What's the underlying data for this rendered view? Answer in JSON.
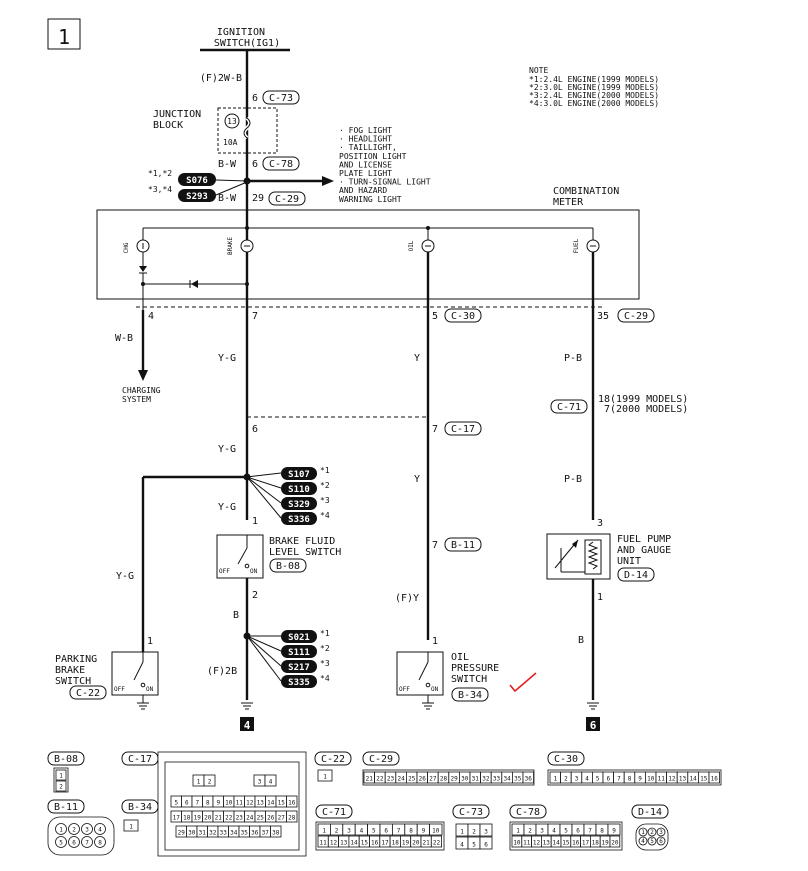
{
  "diagram": {
    "page_number": "1",
    "ignition": {
      "line1": "IGNITION",
      "line2": "SWITCH(IG1)"
    },
    "top_wire": "(F)2W-B",
    "pin_6": "6",
    "c73": "C-73",
    "junction_block": {
      "line1": "JUNCTION",
      "line2": "BLOCK",
      "fuse_no": "13",
      "fuse_amp": "10A"
    },
    "bw": "B-W",
    "c78": "C-78",
    "pin_29": "29",
    "c29": "C-29",
    "star12": "*1,*2",
    "star34": "*3,*4",
    "s076": "S076",
    "s293": "S293",
    "loads": [
      "· FOG LIGHT",
      "· HEADLIGHT",
      "· TAILLIGHT,",
      "  POSITION LIGHT",
      "  AND LICENSE",
      "  PLATE LIGHT",
      "· TURN-SIGNAL LIGHT",
      "  AND HAZARD",
      "  WARNING LIGHT"
    ],
    "note": {
      "title": "NOTE",
      "lines": [
        "*1:2.4L ENGINE(1999 MODELS)",
        "*2:3.0L ENGINE(1999 MODELS)",
        "*3:2.4L ENGINE(2000 MODELS)",
        "*4:3.0L ENGINE(2000 MODELS)"
      ]
    },
    "combination_meter": {
      "line1": "COMBINATION",
      "line2": "METER"
    },
    "gauges": {
      "chg": "CHG",
      "brake": "BRAKE",
      "oil": "OIL",
      "fuel": "FUEL"
    },
    "pins": {
      "p4": "4",
      "p7": "7",
      "p5": "5",
      "p35": "35",
      "p6": "6",
      "p7b": "7",
      "p7c": "7",
      "p1": "1",
      "p2": "2",
      "p1b": "1",
      "p3": "3",
      "p1c": "1",
      "p1d": "1"
    },
    "c30": "C-30",
    "c17": "C-17",
    "b11": "B-11",
    "c71": "C-71",
    "c71_line1": "18(1999 MODELS)",
    "c71_line2": "7(2000 MODELS)",
    "wires": {
      "wb": "W-B",
      "yg1": "Y-G",
      "yg2": "Y-G",
      "yg3": "Y-G",
      "yg4": "Y-G",
      "y1": "Y",
      "y2": "Y",
      "fy": "(F)Y",
      "pb1": "P-B",
      "pb2": "P-B",
      "b": "B",
      "f2b": "(F)2B",
      "b2": "B"
    },
    "charging": {
      "line1": "CHARGING",
      "line2": "SYSTEM"
    },
    "splices_a": [
      {
        "name": "S107",
        "star": "*1"
      },
      {
        "name": "S110",
        "star": "*2"
      },
      {
        "name": "S329",
        "star": "*3"
      },
      {
        "name": "S336",
        "star": "*4"
      }
    ],
    "splices_b": [
      {
        "name": "S021",
        "star": "*1"
      },
      {
        "name": "S111",
        "star": "*2"
      },
      {
        "name": "S217",
        "star": "*3"
      },
      {
        "name": "S335",
        "star": "*4"
      }
    ],
    "brake_fluid": {
      "line1": "BRAKE FLUID",
      "line2": "LEVEL SWITCH",
      "conn": "B-08"
    },
    "fuel_pump": {
      "line1": "FUEL PUMP",
      "line2": "AND GAUGE",
      "line3": "UNIT",
      "conn": "D-14"
    },
    "parking_brake": {
      "line1": "PARKING",
      "line2": "BRAKE",
      "line3": "SWITCH",
      "conn": "C-22"
    },
    "oil_pressure": {
      "line1": "OIL",
      "line2": "PRESSURE",
      "line3": "SWITCH",
      "conn": "B-34"
    },
    "off_on": {
      "off": "OFF",
      "on": "ON"
    },
    "ground_marks": {
      "g4": "4",
      "g6": "6"
    }
  },
  "connectors": {
    "b08": {
      "label": "B-08",
      "pins": [
        "1",
        "2"
      ]
    },
    "b11": {
      "label": "B-11",
      "pins": [
        "1",
        "2",
        "3",
        "4",
        "5",
        "6",
        "7",
        "8"
      ]
    },
    "c17": {
      "label": "C-17",
      "rows": [
        [
          "1",
          "2",
          "3",
          "4"
        ],
        [
          "5",
          "6",
          "7",
          "8",
          "9",
          "10",
          "11",
          "12",
          "13",
          "14",
          "15",
          "16"
        ],
        [
          "17",
          "18",
          "19",
          "20",
          "21",
          "22",
          "23",
          "24",
          "25",
          "26",
          "27",
          "28"
        ],
        [
          "29",
          "30",
          "31",
          "32",
          "33",
          "34",
          "35",
          "36",
          "37",
          "38"
        ]
      ]
    },
    "b34": {
      "label": "B-34",
      "pins": [
        "1"
      ]
    },
    "c22": {
      "label": "C-22",
      "pins": [
        "1"
      ]
    },
    "c29": {
      "label": "C-29",
      "pins": [
        "21",
        "22",
        "23",
        "24",
        "25",
        "26",
        "27",
        "28",
        "29",
        "30",
        "31",
        "32",
        "33",
        "34",
        "35",
        "36"
      ]
    },
    "c30": {
      "label": "C-30",
      "pins": [
        "1",
        "2",
        "3",
        "4",
        "5",
        "6",
        "7",
        "8",
        "9",
        "10",
        "11",
        "12",
        "13",
        "14",
        "15",
        "16"
      ]
    },
    "c71": {
      "label": "C-71",
      "row1": [
        "1",
        "2",
        "3",
        "4",
        "5",
        "6",
        "7",
        "8",
        "9",
        "10"
      ],
      "row2": [
        "11",
        "12",
        "13",
        "14",
        "15",
        "16",
        "17",
        "18",
        "19",
        "20",
        "21",
        "22"
      ]
    },
    "c73": {
      "label": "C-73",
      "pins": [
        "1",
        "2",
        "3",
        "4",
        "5",
        "6"
      ]
    },
    "c78": {
      "label": "C-78",
      "row1": [
        "1",
        "2",
        "3",
        "4",
        "5",
        "6",
        "7",
        "8",
        "9"
      ],
      "row2": [
        "10",
        "11",
        "12",
        "13",
        "14",
        "15",
        "16",
        "17",
        "18",
        "19",
        "20"
      ]
    },
    "d14": {
      "label": "D-14",
      "pins": [
        "1",
        "2",
        "3",
        "4",
        "5",
        "6"
      ]
    }
  }
}
